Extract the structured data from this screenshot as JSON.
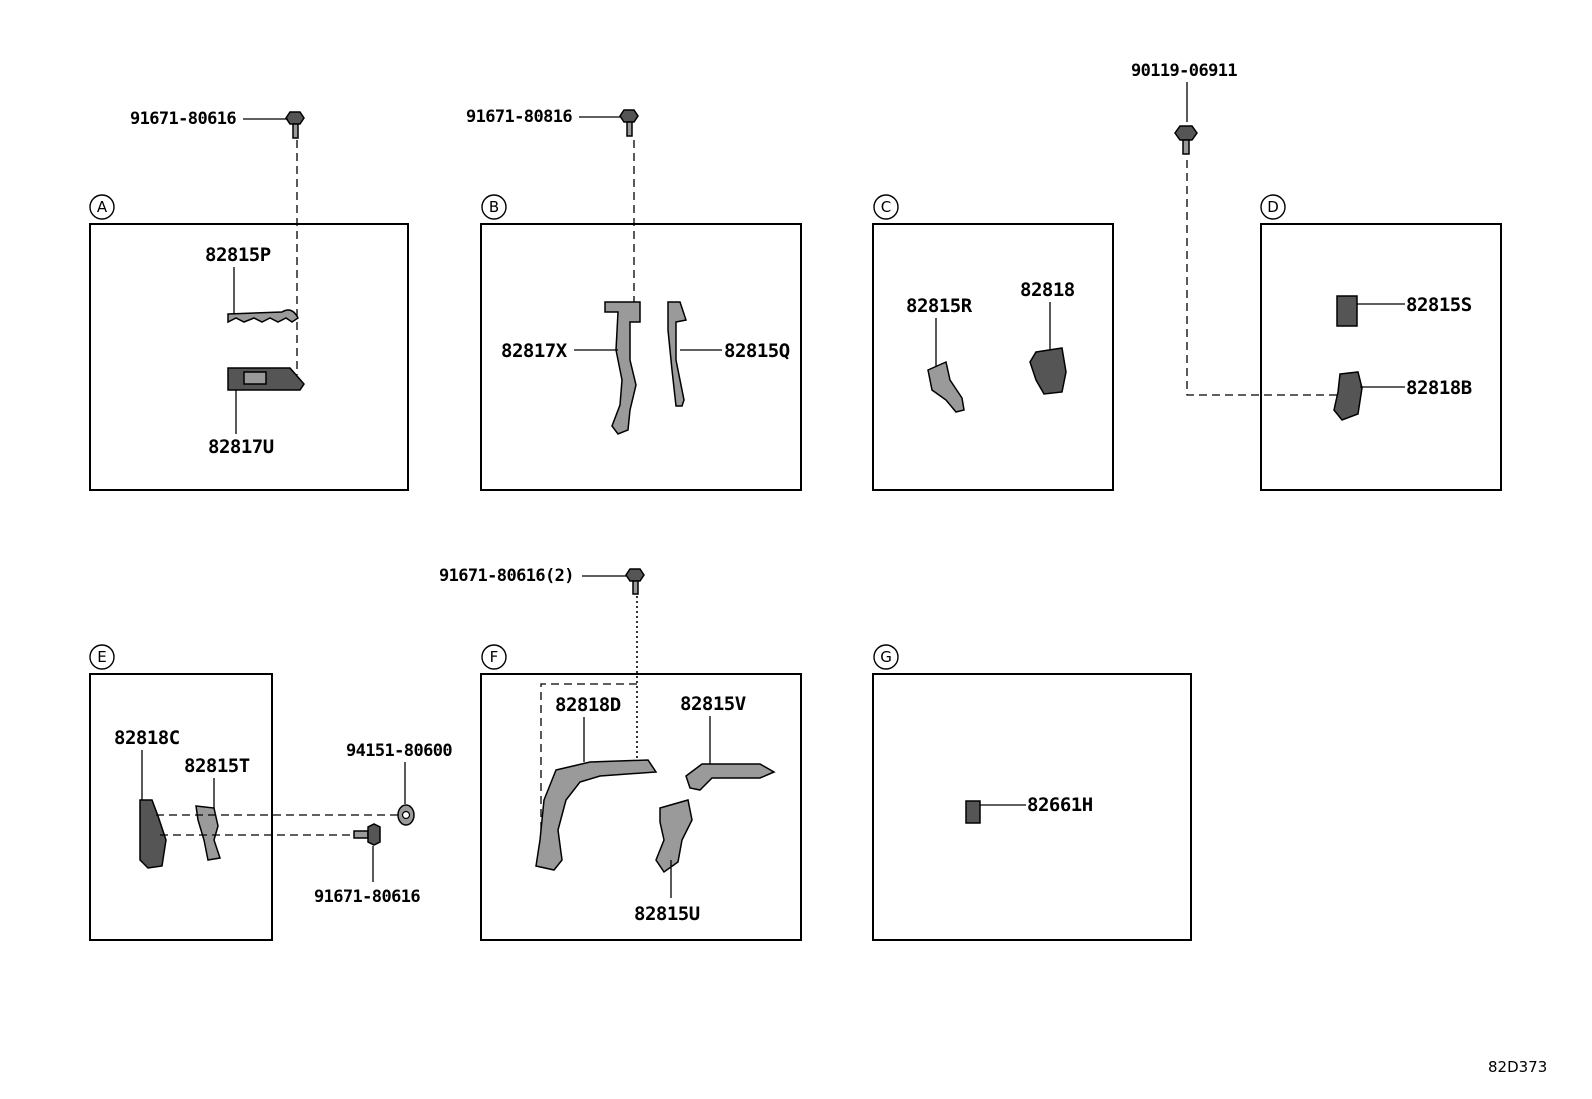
{
  "sections": {
    "A": {
      "letter": "A",
      "parts": {
        "p1": "82815P",
        "p2": "82817U",
        "bolt": "91671-80616"
      }
    },
    "B": {
      "letter": "B",
      "parts": {
        "p1": "82817X",
        "p2": "82815Q",
        "bolt": "91671-80816"
      }
    },
    "C": {
      "letter": "C",
      "parts": {
        "p1": "82815R",
        "p2": "82818"
      }
    },
    "D": {
      "letter": "D",
      "parts": {
        "p1": "82815S",
        "p2": "82818B",
        "bolt": "90119-06911"
      }
    },
    "E": {
      "letter": "E",
      "parts": {
        "p1": "82818C",
        "p2": "82815T",
        "nut": "94151-80600",
        "bolt": "91671-80616"
      }
    },
    "F": {
      "letter": "F",
      "parts": {
        "p1": "82818D",
        "p2": "82815V",
        "p3": "82815U",
        "bolt": "91671-80616(2)"
      }
    },
    "G": {
      "letter": "G",
      "parts": {
        "p1": "82661H"
      }
    }
  },
  "figure_ref": "82D373"
}
